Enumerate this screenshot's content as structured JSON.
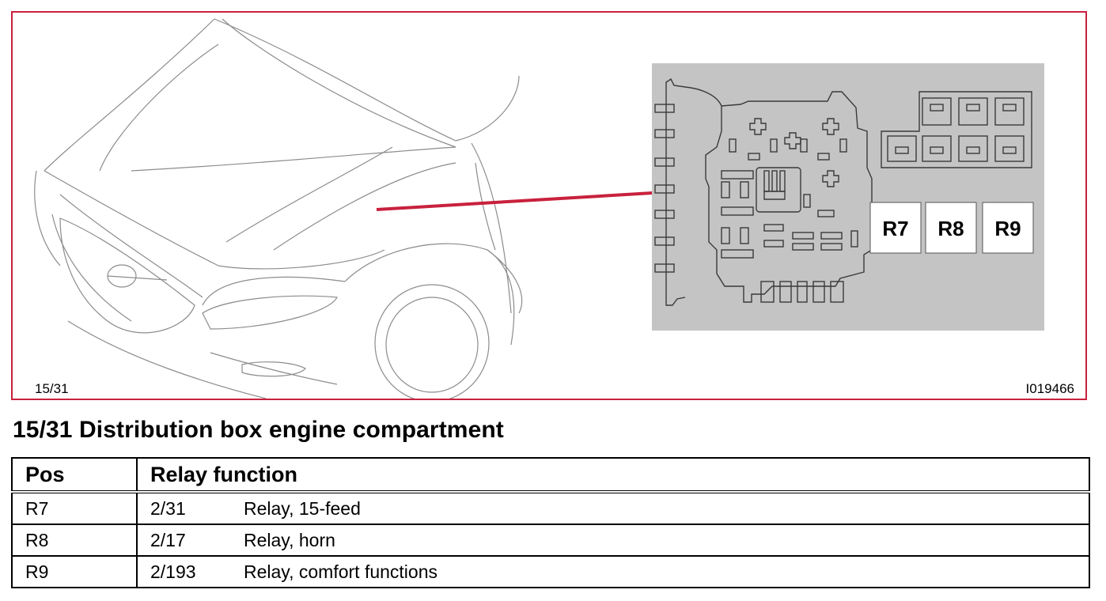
{
  "figure": {
    "left_label": "15/31",
    "right_label": "I019466",
    "relays": [
      {
        "label": "R7"
      },
      {
        "label": "R8"
      },
      {
        "label": "R9"
      }
    ],
    "colors": {
      "frame": "#c8213d",
      "pointer": "#c8213d",
      "box_bg": "#c4c4c4"
    }
  },
  "heading": "15/31 Distribution box engine compartment",
  "table": {
    "headers": [
      "Pos",
      "Relay function"
    ],
    "rows": [
      {
        "pos": "R7",
        "ref": "2/31",
        "function": "Relay, 15-feed"
      },
      {
        "pos": "R8",
        "ref": "2/17",
        "function": "Relay, horn"
      },
      {
        "pos": "R9",
        "ref": "2/193",
        "function": "Relay, comfort functions"
      }
    ]
  }
}
